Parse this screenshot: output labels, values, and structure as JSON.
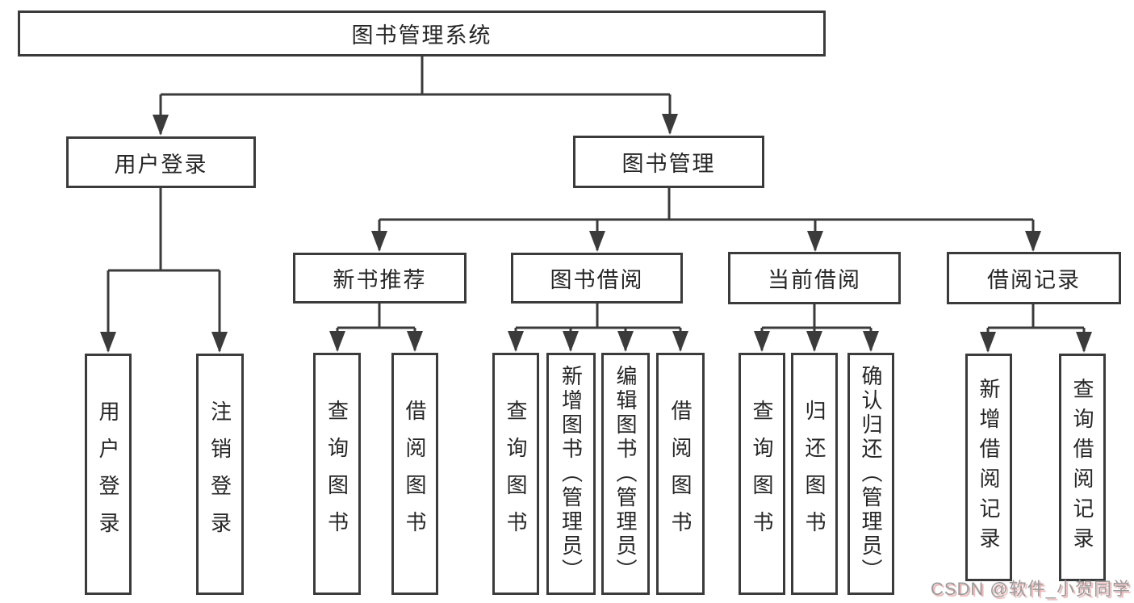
{
  "nodes": {
    "root": "图书管理系统",
    "user_login": "用户登录",
    "book_mgmt": "图书管理",
    "new_book_rec": "新书推荐",
    "book_borrow": "图书借阅",
    "current_borrow": "当前借阅",
    "borrow_record": "借阅记录",
    "leaf_user_login": "用户登录",
    "leaf_logout": "注销登录",
    "leaf_query_book_a": "查询图书",
    "leaf_borrow_book_a": "借阅图书",
    "leaf_query_book_b": "查询图书",
    "leaf_add_book": "新增图书（管理员）",
    "leaf_edit_book": "编辑图书（管理员）",
    "leaf_borrow_book_b": "借阅图书",
    "leaf_query_book_c": "查询图书",
    "leaf_return_book": "归还图书",
    "leaf_confirm_return": "确认归还（管理员）",
    "leaf_add_record": "新增借阅记录",
    "leaf_query_record": "查询借阅记录"
  },
  "hierarchy": {
    "label": "图书管理系统",
    "children": [
      {
        "label": "用户登录",
        "children": [
          "用户登录",
          "注销登录"
        ]
      },
      {
        "label": "图书管理",
        "children": [
          {
            "label": "新书推荐",
            "children": [
              "查询图书",
              "借阅图书"
            ]
          },
          {
            "label": "图书借阅",
            "children": [
              "查询图书",
              "新增图书（管理员）",
              "编辑图书（管理员）",
              "借阅图书"
            ]
          },
          {
            "label": "当前借阅",
            "children": [
              "查询图书",
              "归还图书",
              "确认归还（管理员）"
            ]
          },
          {
            "label": "借阅记录",
            "children": [
              "新增借阅记录",
              "查询借阅记录"
            ]
          }
        ]
      }
    ]
  },
  "watermark": "CSDN @软件_小贺同学",
  "colors": {
    "line": "#3b3b3b",
    "border": "#3b3b3b",
    "text": "#262626",
    "background": "#ffffff",
    "watermark": "#9b9b9b",
    "watermark_shadow": "#d56e6e"
  }
}
